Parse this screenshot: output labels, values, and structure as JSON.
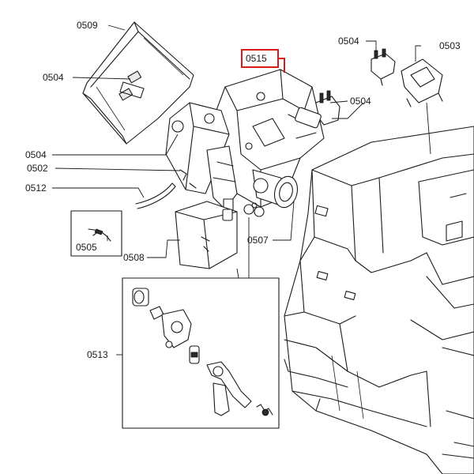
{
  "labels": {
    "p0509": "0509",
    "p0504_left": "0504",
    "p0504_top": "0504",
    "p0503": "0503",
    "p0515": "0515",
    "p0504_right": "0504",
    "p0504_mid": "0504",
    "p0502": "0502",
    "p0512": "0512",
    "p0505": "0505",
    "p0508": "0508",
    "p0507": "0507",
    "p0513": "0513"
  },
  "highlight": {
    "part": "0515",
    "color": "#d71a1a"
  },
  "colors": {
    "line": "#1a1a1a",
    "background": "#ffffff",
    "highlight": "#d71a1a"
  }
}
